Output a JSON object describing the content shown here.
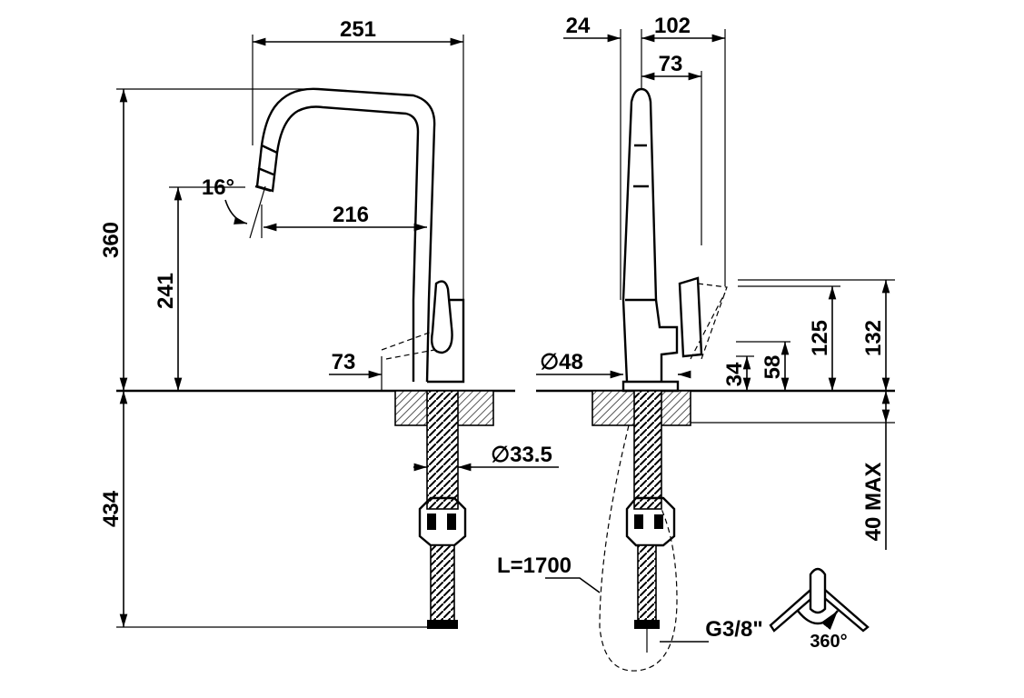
{
  "dimensions": {
    "reach_width": "251",
    "side_offset": "24",
    "side_depth": "102",
    "side_handle": "73",
    "height_total": "360",
    "height_outlet": "241",
    "spout_reach": "216",
    "spray_angle": "16°",
    "handle_clearance": "73",
    "below_deck": "434",
    "thread_diameter": "∅33.5",
    "base_diameter": "∅48",
    "handle_height_1": "125",
    "handle_height_2": "132",
    "handle_low": "58",
    "handle_base": "34",
    "deck_thickness": "40 MAX",
    "hose_length": "L=1700",
    "connection": "G3/8\"",
    "rotation": "360°"
  }
}
